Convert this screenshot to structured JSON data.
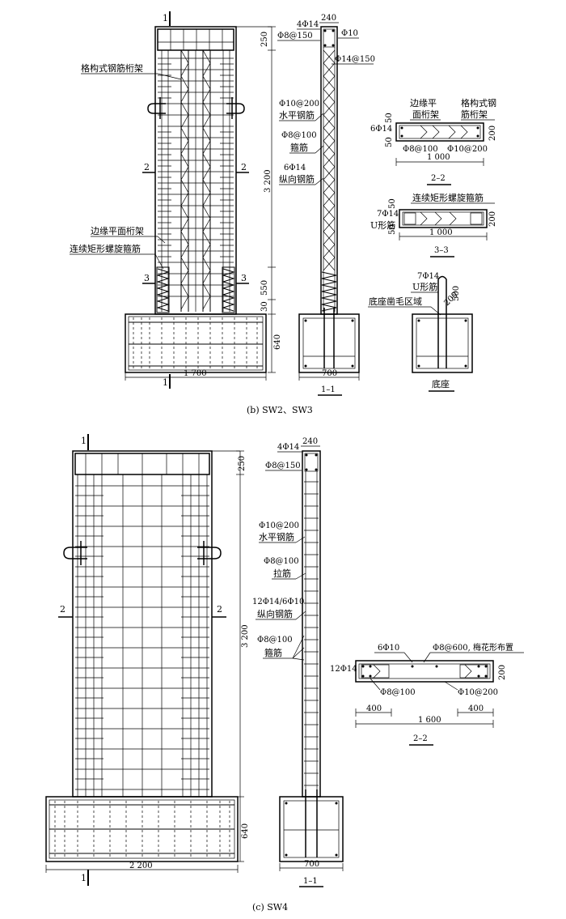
{
  "panel_b": {
    "caption": "(b) SW2、SW3",
    "front": {
      "section_mark_top": "1",
      "section_mark_bottom": "1",
      "label_lattice_truss": "格构式钢筋桁架",
      "label_edge_truss": "边缘平面桁架",
      "label_spiral_hoop": "连续矩形螺旋箍筋",
      "sec2_left": "2",
      "sec2_right": "2",
      "sec3_left": "3",
      "sec3_right": "3",
      "dim_250": "250",
      "dim_3200": "3 200",
      "dim_550": "550",
      "dim_30": "30",
      "dim_640": "640",
      "dim_1700": "1 700"
    },
    "side": {
      "top_4phi14": "4Φ14",
      "dim_240": "240",
      "phi8_150": "Φ8@150",
      "phi10": "Φ10",
      "phi14_150": "Φ14@150",
      "phi10_200": "Φ10@200",
      "horiz_bar": "水平钢筋",
      "phi8_100": "Φ8@100",
      "stirrup": "箍筋",
      "long_6phi14": "6Φ14",
      "long_bar": "纵向钢筋",
      "dim_700": "700",
      "caption": "1–1"
    },
    "sec22": {
      "edge_truss_l1": "边缘平",
      "edge_truss_l2": "面桁架",
      "lattice_l1": "格构式钢",
      "lattice_l2": "筋桁架",
      "bars": "6Φ14",
      "dim_50a": "50",
      "dim_50b": "50",
      "dim_200": "200",
      "phi8_100": "Φ8@100",
      "phi10_200": "Φ10@200",
      "dim_1000": "1 000",
      "caption": "2–2"
    },
    "sec33": {
      "spiral": "连续矩形螺旋箍筋",
      "bars": "7Φ14",
      "ubar": "U形筋",
      "dim_50a": "50",
      "dim_50b": "50",
      "dim_200": "200",
      "dim_1000": "1 000",
      "caption": "3–3"
    },
    "base": {
      "bars": "7Φ14",
      "ubar": "U形筋",
      "rough": "底座凿毛区域",
      "dim_200": "200",
      "dim_500": "500",
      "caption": "底座"
    }
  },
  "panel_c": {
    "caption": "(c) SW4",
    "front": {
      "section_mark_top": "1",
      "section_mark_bottom": "1",
      "sec2_left": "2",
      "sec2_right": "2",
      "dim_250": "250",
      "dim_3200": "3 200",
      "dim_640": "640",
      "dim_2200": "2 200"
    },
    "side": {
      "top_4phi14": "4Φ14",
      "dim_240": "240",
      "phi8_150": "Φ8@150",
      "phi10_200": "Φ10@200",
      "horiz_bar": "水平钢筋",
      "phi8_100a": "Φ8@100",
      "tie_bar": "拉筋",
      "long_bars": "12Φ14/6Φ10",
      "long_bar": "纵向钢筋",
      "phi8_100b": "Φ8@100",
      "stirrup": "箍筋",
      "dim_700": "700",
      "caption": "1–1"
    },
    "sec22": {
      "bars6": "6Φ10",
      "tie": "Φ8@600, 梅花形布置",
      "bars12": "12Φ14",
      "dim_200": "200",
      "phi8_100": "Φ8@100",
      "phi10_200": "Φ10@200",
      "dim_400a": "400",
      "dim_1600": "1 600",
      "dim_400b": "400",
      "caption": "2–2"
    }
  }
}
